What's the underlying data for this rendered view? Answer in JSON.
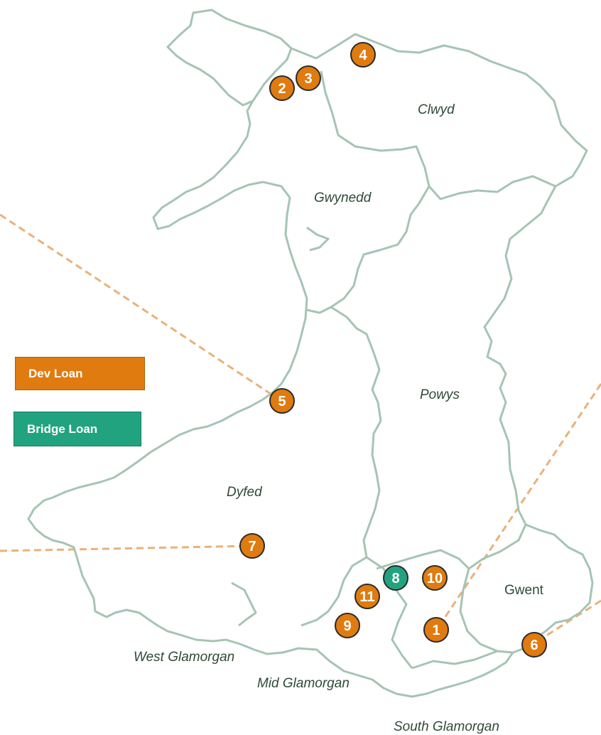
{
  "legend": {
    "dev_loan": {
      "label": "Dev Loan",
      "color": "#e07b0f"
    },
    "bridge_loan": {
      "label": "Bridge Loan",
      "color": "#22a37f"
    }
  },
  "colors": {
    "outline": "#a6c4b4",
    "leader": "#e8b27a",
    "marker_stroke": "#2a2a2a"
  },
  "regions": [
    "Clwyd",
    "Gwynedd",
    "Powys",
    "Dyfed",
    "Gwent",
    "West Glamorgan",
    "Mid Glamorgan",
    "South Glamorgan"
  ],
  "markers": [
    "1",
    "2",
    "3",
    "4",
    "5",
    "6",
    "7",
    "8",
    "9",
    "10",
    "11"
  ],
  "marker_types": {
    "1": "dev",
    "2": "dev",
    "3": "dev",
    "4": "dev",
    "5": "dev",
    "6": "dev",
    "7": "dev",
    "8": "bridge",
    "9": "dev",
    "10": "dev",
    "11": "dev"
  }
}
